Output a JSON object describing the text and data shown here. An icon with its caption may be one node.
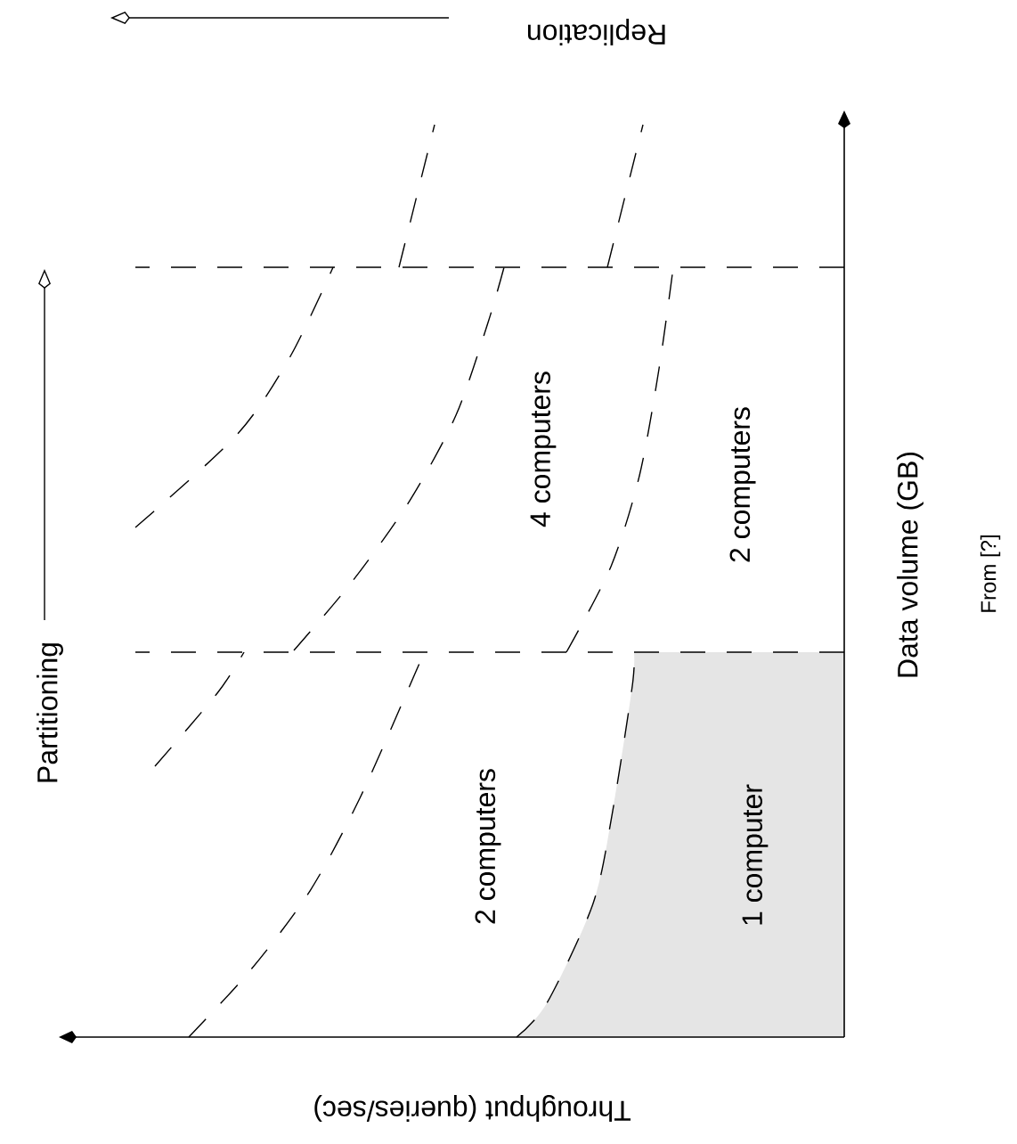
{
  "diagram": {
    "labels": [
      "Replication",
      "4 computers",
      "2 computers",
      "Partitioning",
      "2 computers",
      "1 computer",
      "Data volume (GB)",
      "From [?]",
      "Throughput (queries/sec)"
    ]
  }
}
